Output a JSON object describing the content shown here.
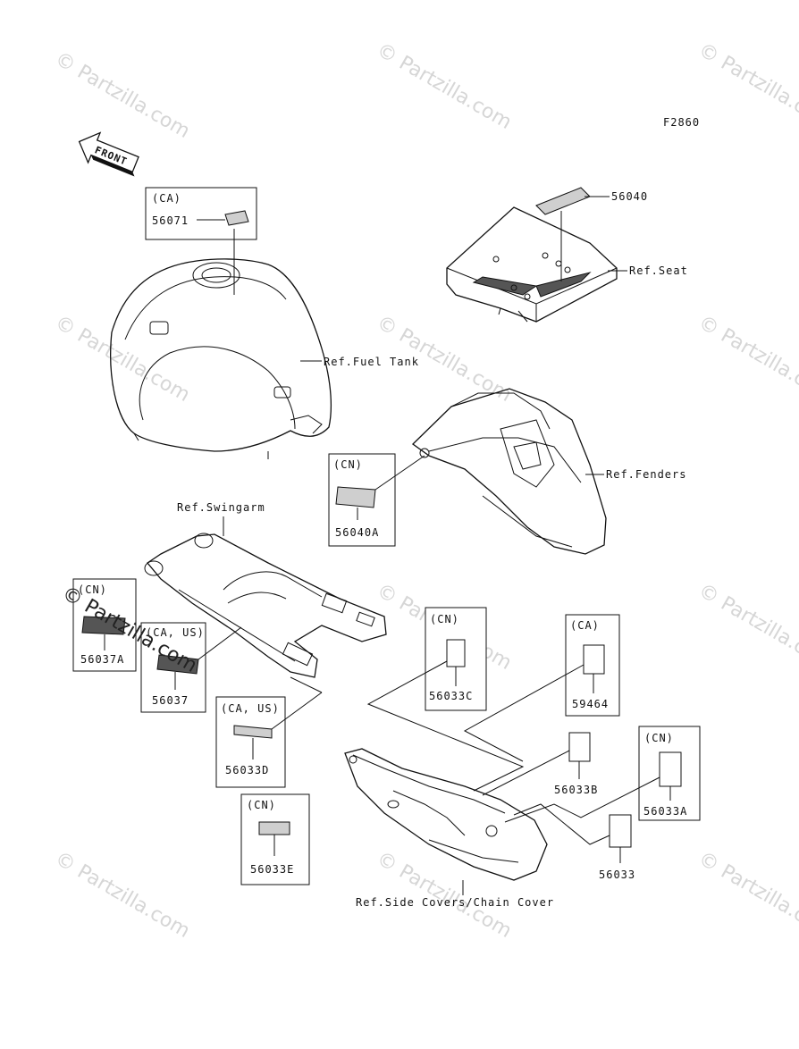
{
  "figure_code": "F2860",
  "front_arrow_label": "FRONT",
  "references": {
    "fuel_tank": "Ref.Fuel Tank",
    "seat": "Ref.Seat",
    "fenders": "Ref.Fenders",
    "swingarm": "Ref.Swingarm",
    "side_covers": "Ref.Side Covers/Chain Cover"
  },
  "parts": [
    {
      "id": "p56071",
      "number": "56071",
      "region": "(CA)"
    },
    {
      "id": "p56040",
      "number": "56040",
      "region": ""
    },
    {
      "id": "p56040A",
      "number": "56040A",
      "region": "(CN)"
    },
    {
      "id": "p56037A",
      "number": "56037A",
      "region": "(CN)"
    },
    {
      "id": "p56037",
      "number": "56037",
      "region": "(CA, US)"
    },
    {
      "id": "p56033D",
      "number": "56033D",
      "region": "(CA, US)"
    },
    {
      "id": "p56033E",
      "number": "56033E",
      "region": "(CN)"
    },
    {
      "id": "p56033C",
      "number": "56033C",
      "region": "(CN)"
    },
    {
      "id": "p59464",
      "number": "59464",
      "region": "(CA)"
    },
    {
      "id": "p56033B",
      "number": "56033B",
      "region": ""
    },
    {
      "id": "p56033A",
      "number": "56033A",
      "region": "(CN)"
    },
    {
      "id": "p56033",
      "number": "56033",
      "region": ""
    }
  ],
  "watermark": "© Partzilla.com"
}
